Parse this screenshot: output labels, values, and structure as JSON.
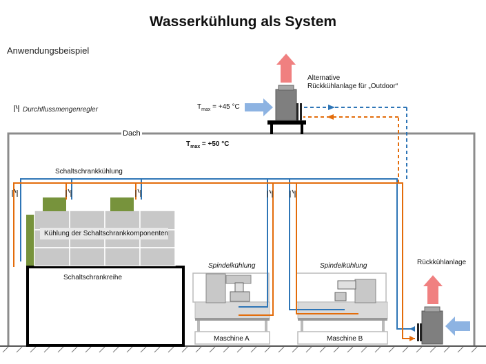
{
  "title": "Wasserkühlung als System",
  "subtitle": "Anwendungsbeispiel",
  "legend": {
    "label": "Durchflussmengenregler"
  },
  "labels": {
    "roof": "Dach",
    "outdoor_alt_line1": "Alternative",
    "outdoor_alt_line2": "Rückkühlanlage für „Outdoor“",
    "tmax_outside_prefix": "T",
    "tmax_outside_sub": "max",
    "tmax_outside_value": " = +45 °C",
    "tmax_inside_prefix": "T",
    "tmax_inside_sub": "max",
    "tmax_inside_value": " = +50 °C",
    "cabinet_cooling": "Schaltschrankkühlung",
    "cabinet_components": "Kühlung der Schaltschrankkomponenten",
    "cabinet_row": "Schaltschrankreihe",
    "spindle_a": "Spindelkühlung",
    "spindle_b": "Spindelkühlung",
    "machine_a": "Maschine A",
    "machine_b": "Maschine B",
    "recooler": "Rückkühlanlage"
  },
  "colors": {
    "pipe_supply": "#2e75b6",
    "pipe_return": "#e36c0a",
    "heat_arrow": "#f08080",
    "air_arrow": "#8db3e2",
    "unit_gray": "#7f7f7f",
    "cabinet_gray": "#c8c8c8",
    "cabinet_green": "#77933c"
  }
}
